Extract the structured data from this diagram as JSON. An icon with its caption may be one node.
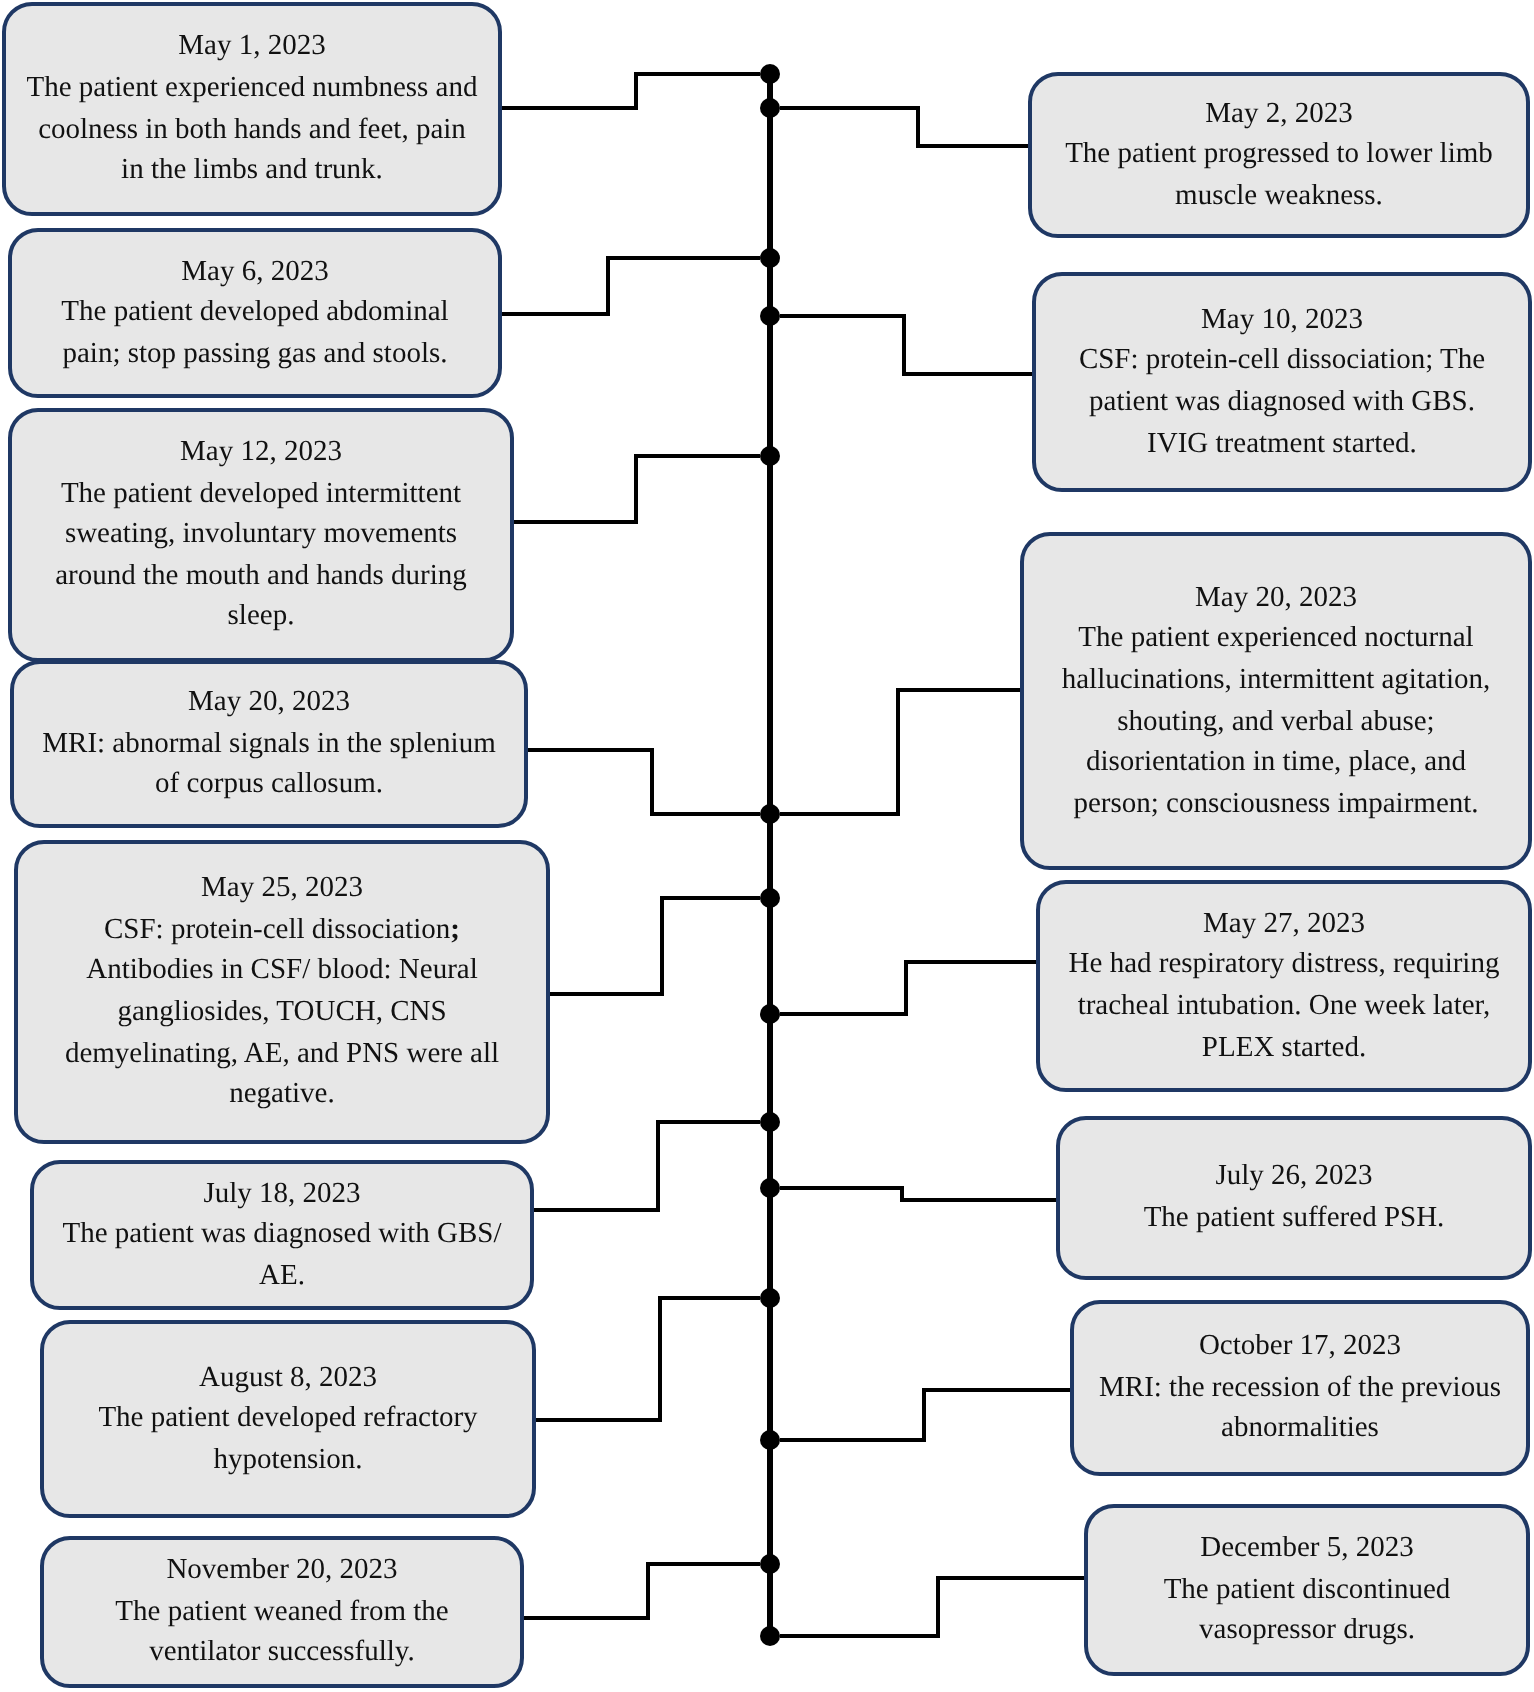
{
  "diagram": {
    "nodes": [
      {
        "text": [
          "May 1, 2023",
          "The patient experienced numbness and coolness in both hands and feet, pain in the limbs and trunk."
        ]
      },
      {
        "text": [
          "May 2, 2023",
          "The patient progressed to lower limb muscle weakness."
        ]
      },
      {
        "text": [
          "May 6, 2023",
          "The patient developed abdominal pain; stop passing gas and stools."
        ]
      },
      {
        "text": [
          "May 10, 2023",
          "CSF: protein-cell dissociation; The patient was diagnosed with GBS. IVIG treatment started."
        ]
      },
      {
        "text": [
          "May 12, 2023",
          "The patient developed intermittent sweating, involuntary movements around the mouth and hands during sleep."
        ]
      },
      {
        "text": [
          "May 20, 2023",
          "The patient experienced nocturnal hallucinations, intermittent agitation, shouting, and verbal abuse; disorientation in time, place, and person; consciousness impairment."
        ]
      },
      {
        "text": [
          "May 20, 2023",
          "MRI: abnormal signals in the splenium of corpus callosum."
        ]
      },
      {
        "text": [
          "May 25, 2023",
          "CSF: protein-cell dissociation**;** Antibodies in CSF/ blood: Neural gangliosides, TOUCH, CNS demyelinating, AE, and PNS were all negative."
        ]
      },
      {
        "text": [
          "May 27, 2023",
          "He had respiratory distress, requiring tracheal intubation. One week later, PLEX started."
        ]
      },
      {
        "text": [
          "July 26, 2023",
          "The patient suffered PSH."
        ]
      },
      {
        "text": [
          "July 18, 2023",
          "The patient was diagnosed with GBS/ AE."
        ]
      },
      {
        "text": [
          "October 17, 2023",
          "MRI: the recession of the previous abnormalities"
        ]
      },
      {
        "text": [
          "August 8, 2023",
          "The patient developed refractory hypotension."
        ]
      },
      {
        "text": [
          "December 5, 2023",
          "The patient discontinued vasopressor drugs."
        ]
      },
      {
        "text": [
          "November 20, 2023",
          "The patient weaned from the ventilator successfully."
        ]
      },
      {
        "text": [],
        "shape": "circle"
      },
      {
        "text": [],
        "shape": "circle"
      },
      {
        "text": [],
        "shape": "circle"
      },
      {
        "text": [],
        "shape": "circle"
      },
      {
        "text": [],
        "shape": "circle"
      },
      {
        "text": [],
        "shape": "circle"
      },
      {
        "text": [],
        "shape": "circle"
      },
      {
        "text": [],
        "shape": "circle"
      },
      {
        "text": [],
        "shape": "circle"
      },
      {
        "text": [],
        "shape": "circle"
      },
      {
        "text": [],
        "shape": "circle"
      },
      {
        "text": [],
        "shape": "circle"
      },
      {
        "text": [],
        "shape": "circle"
      },
      {
        "text": [],
        "shape": "circle"
      }
    ],
    "edges": [
      {
        "from": 0,
        "to": 15,
        "arrow": "none"
      },
      {
        "from": 1,
        "to": 16,
        "arrow": "none"
      },
      {
        "from": 2,
        "to": 17,
        "arrow": "none"
      },
      {
        "from": 3,
        "to": 18,
        "arrow": "none"
      },
      {
        "from": 4,
        "to": 19,
        "arrow": "none"
      },
      {
        "from": 5,
        "to": 20,
        "arrow": "none"
      },
      {
        "from": 6,
        "to": 20,
        "arrow": "none"
      },
      {
        "from": 7,
        "to": 21,
        "arrow": "none"
      },
      {
        "from": 8,
        "to": 22,
        "arrow": "none"
      },
      {
        "from": 10,
        "to": 23,
        "arrow": "none"
      },
      {
        "from": 9,
        "to": 24,
        "arrow": "none"
      },
      {
        "from": 12,
        "to": 25,
        "arrow": "none"
      },
      {
        "from": 11,
        "to": 26,
        "arrow": "none"
      },
      {
        "from": 14,
        "to": 27,
        "arrow": "none"
      },
      {
        "from": 13,
        "to": 28,
        "arrow": "none"
      }
    ]
  }
}
